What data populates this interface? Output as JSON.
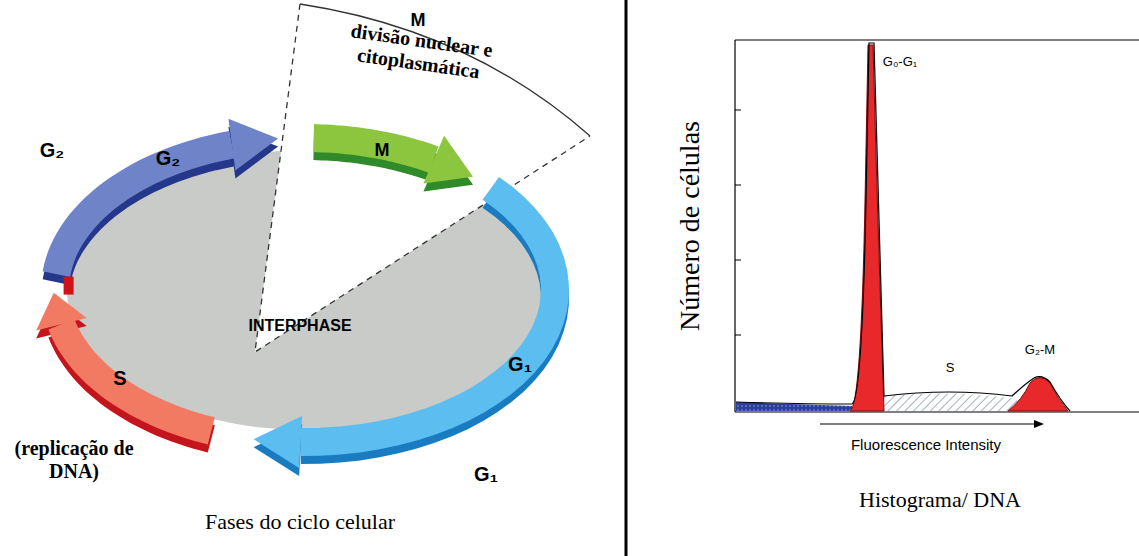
{
  "diagram": {
    "nodes": [
      {
        "text": [
          "G₂"
        ]
      },
      {
        "text": [
          "M"
        ]
      },
      {
        "text": [
          "INTERPHASE"
        ]
      },
      {
        "text": [
          "S"
        ]
      },
      {
        "text": [
          "G₁"
        ]
      }
    ],
    "labels": [
      "M",
      "divisão nuclear e citoplasmática",
      "G₂",
      "(replicação de DNA)",
      "G₁",
      "Fases do ciclo celular",
      "Número de células",
      "G₀-G₁",
      "S",
      "G₂-M",
      "Fluorescence Intensity",
      "Histograma/ DNA"
    ]
  }
}
